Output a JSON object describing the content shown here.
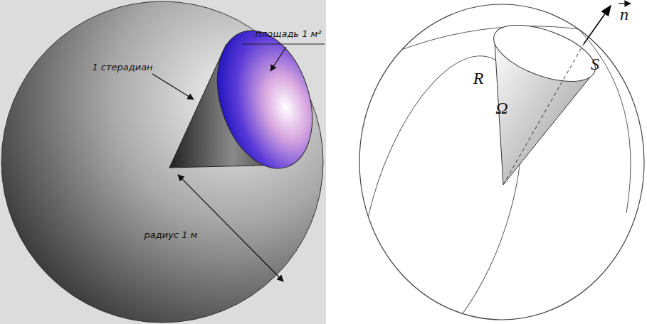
{
  "diagram": {
    "labels": [
      "площадь 1 м²",
      "1 стерадиан",
      "радиус 1 м",
      "R",
      "Ω",
      "S",
      "n"
    ]
  }
}
